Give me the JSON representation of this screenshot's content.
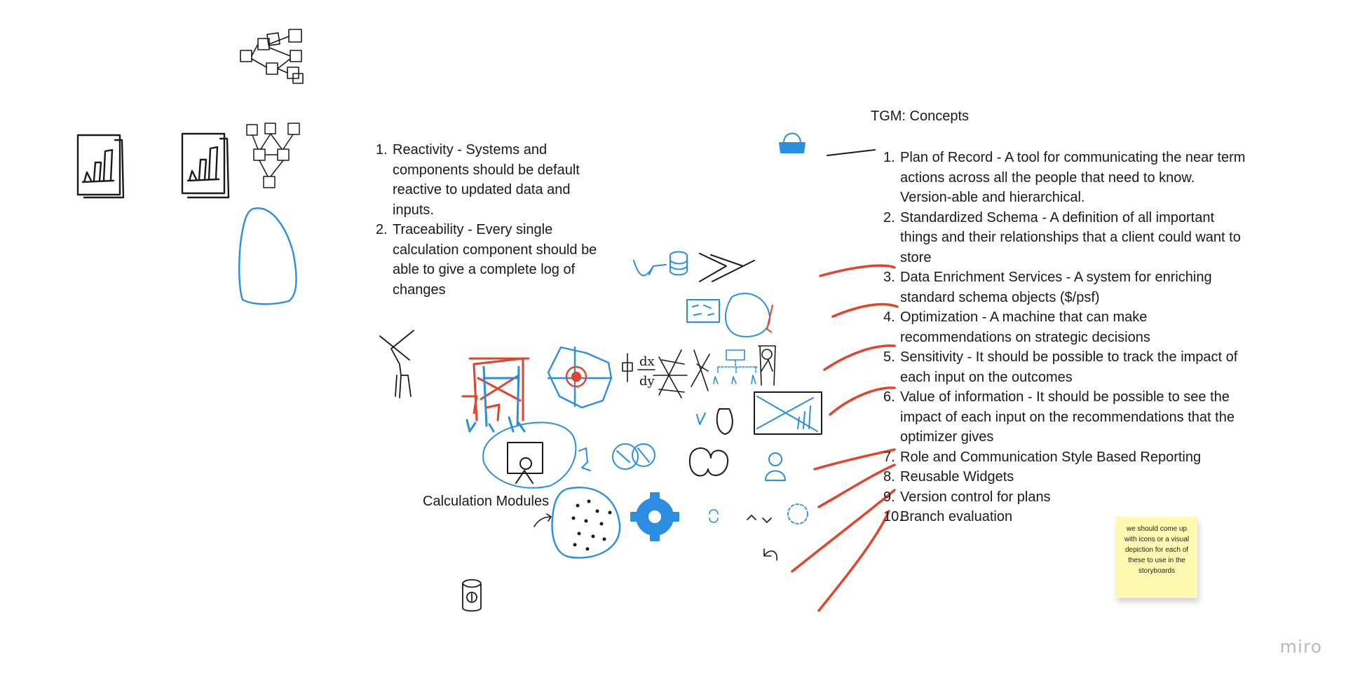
{
  "principles": {
    "items": [
      {
        "num": "1.",
        "text": "Reactivity - Systems and components should be default reactive to updated data and inputs."
      },
      {
        "num": "2.",
        "text": "Traceability - Every single calculation component should be able to give a complete log of changes"
      }
    ]
  },
  "concepts": {
    "title": "TGM: Concepts",
    "items": [
      {
        "num": "1.",
        "text": "Plan of Record - A tool for communicating the near term actions across all the people that need to know. Version-able and hierarchical."
      },
      {
        "num": "2.",
        "text": "Standardized Schema - A definition of all important things and their relationships that a client could want to store"
      },
      {
        "num": "3.",
        "text": "Data Enrichment Services - A system for enriching standard schema objects  ($/psf)"
      },
      {
        "num": "4.",
        "text": "Optimization - A machine that can make recommendations on strategic decisions"
      },
      {
        "num": "5.",
        "text": "Sensitivity - It should be possible to track the impact of each input on the outcomes"
      },
      {
        "num": "6.",
        "text": "Value of information - It should be possible to see the impact of each input on the recommendations that the optimizer gives"
      },
      {
        "num": "7.",
        "text": "Role and Communication Style Based Reporting"
      },
      {
        "num": "8.",
        "text": "Reusable Widgets"
      },
      {
        "num": "9.",
        "text": "Version control for plans"
      },
      {
        "num": "10.",
        "text": "Branch evaluation"
      }
    ]
  },
  "calc_label": "Calculation Modules",
  "sticky_note": {
    "text": "we should come up with icons or a visual depiction for each of these to use in the storyboards",
    "color": "#fff9b1"
  },
  "brand": "miro",
  "colors": {
    "ink_black": "#1a1a1a",
    "ink_blue": "#2b8ee0",
    "ink_red": "#e2442b"
  }
}
